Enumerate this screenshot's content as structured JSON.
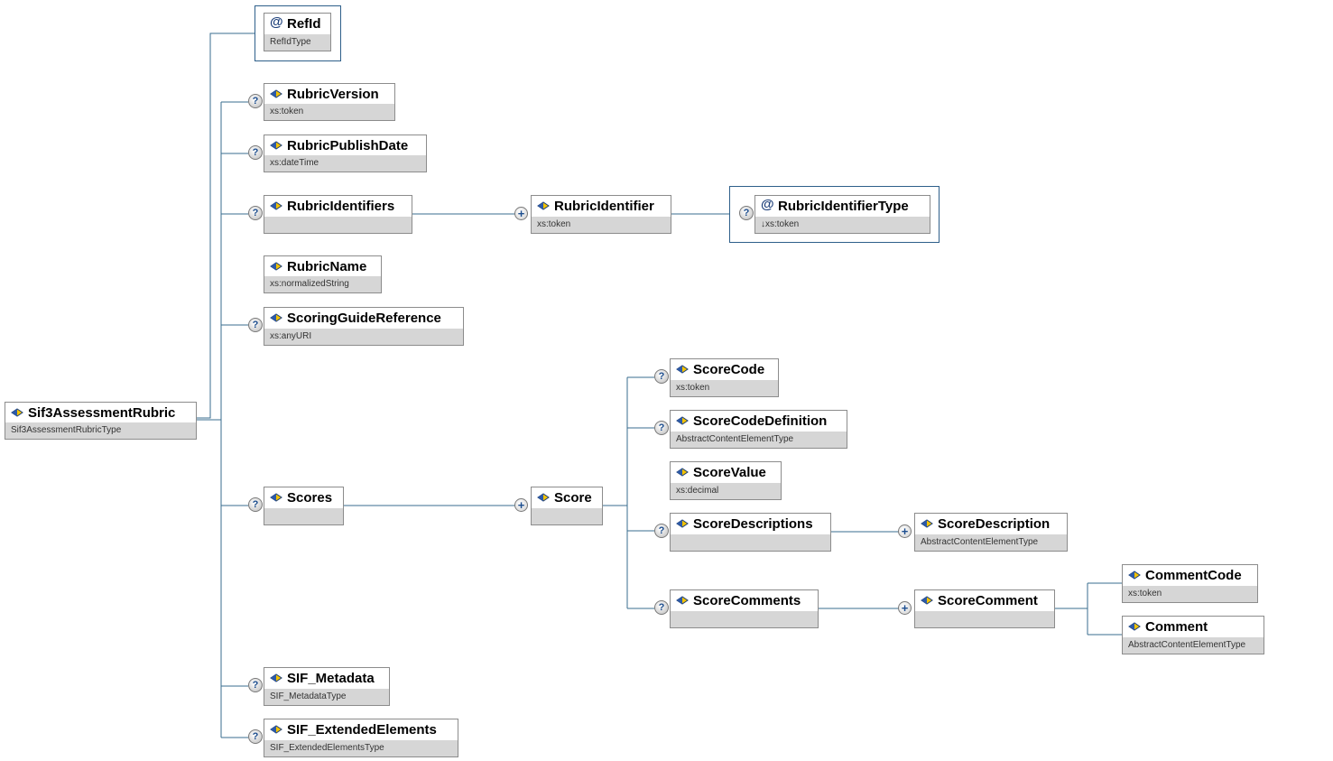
{
  "colors": {
    "wire": "#3a6e8f",
    "type_bar": "#d6d6d6",
    "border": "#8c8c8c",
    "attribute_frame": "#2e5f8a"
  },
  "icons": {
    "element": "element-diamond-icon",
    "attribute": "at-sign-icon",
    "optional": "question-mark-icon",
    "sequence": "plus-circle-icon"
  },
  "nodes": {
    "root": {
      "name": "Sif3AssessmentRubric",
      "type": "Sif3AssessmentRubricType"
    },
    "refid": {
      "name": "RefId",
      "type": "RefIdType"
    },
    "rubric_version": {
      "name": "RubricVersion",
      "type": "xs:token"
    },
    "rubric_publish_date": {
      "name": "RubricPublishDate",
      "type": "xs:dateTime"
    },
    "rubric_identifiers": {
      "name": "RubricIdentifiers",
      "type": ""
    },
    "rubric_identifier": {
      "name": "RubricIdentifier",
      "type": "xs:token"
    },
    "rubric_identifier_type": {
      "name": "RubricIdentifierType",
      "type": "↓xs:token"
    },
    "rubric_name": {
      "name": "RubricName",
      "type": "xs:normalizedString"
    },
    "scoring_guide_reference": {
      "name": "ScoringGuideReference",
      "type": "xs:anyURI"
    },
    "scores": {
      "name": "Scores",
      "type": ""
    },
    "score": {
      "name": "Score",
      "type": ""
    },
    "score_code": {
      "name": "ScoreCode",
      "type": "xs:token"
    },
    "score_code_definition": {
      "name": "ScoreCodeDefinition",
      "type": "AbstractContentElementType"
    },
    "score_value": {
      "name": "ScoreValue",
      "type": "xs:decimal"
    },
    "score_descriptions": {
      "name": "ScoreDescriptions",
      "type": ""
    },
    "score_description": {
      "name": "ScoreDescription",
      "type": "AbstractContentElementType"
    },
    "score_comments": {
      "name": "ScoreComments",
      "type": ""
    },
    "score_comment": {
      "name": "ScoreComment",
      "type": ""
    },
    "comment_code": {
      "name": "CommentCode",
      "type": "xs:token"
    },
    "comment": {
      "name": "Comment",
      "type": "AbstractContentElementType"
    },
    "sif_metadata": {
      "name": "SIF_Metadata",
      "type": "SIF_MetadataType"
    },
    "sif_extended_elements": {
      "name": "SIF_ExtendedElements",
      "type": "SIF_ExtendedElementsType"
    }
  },
  "markers": {
    "optional": "?",
    "sequence": "+"
  }
}
